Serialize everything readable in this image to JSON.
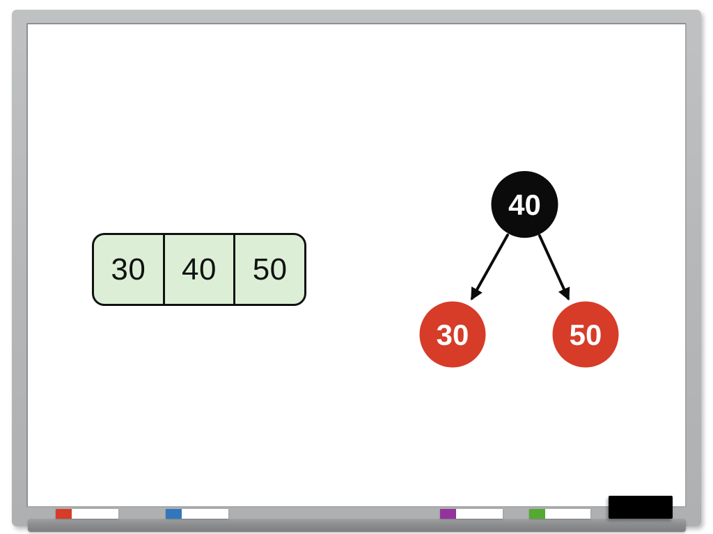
{
  "array": {
    "values": [
      "30",
      "40",
      "50"
    ],
    "fill_color": "#dcefd6",
    "border_color": "#111111"
  },
  "tree": {
    "root": {
      "value": "40",
      "fill": "#0b0b0b",
      "text_color": "#ffffff"
    },
    "left": {
      "value": "30",
      "fill": "#d63c28",
      "text_color": "#ffffff"
    },
    "right": {
      "value": "50",
      "fill": "#d63c28",
      "text_color": "#ffffff"
    },
    "edge_color": "#0b0b0b"
  },
  "tray": {
    "markers": [
      {
        "name": "red-marker",
        "cap_color": "#d63c28",
        "body_color": "#ffffff"
      },
      {
        "name": "blue-marker",
        "cap_color": "#3377bb",
        "body_color": "#ffffff"
      },
      {
        "name": "purple-marker",
        "cap_color": "#93339b",
        "body_color": "#ffffff"
      },
      {
        "name": "green-marker",
        "cap_color": "#53aa30",
        "body_color": "#ffffff"
      }
    ],
    "eraser_color": "#000000"
  },
  "colors": {
    "frame": "#b6b8ba",
    "surface": "#ffffff",
    "tray_bar": "#8d8f91"
  }
}
